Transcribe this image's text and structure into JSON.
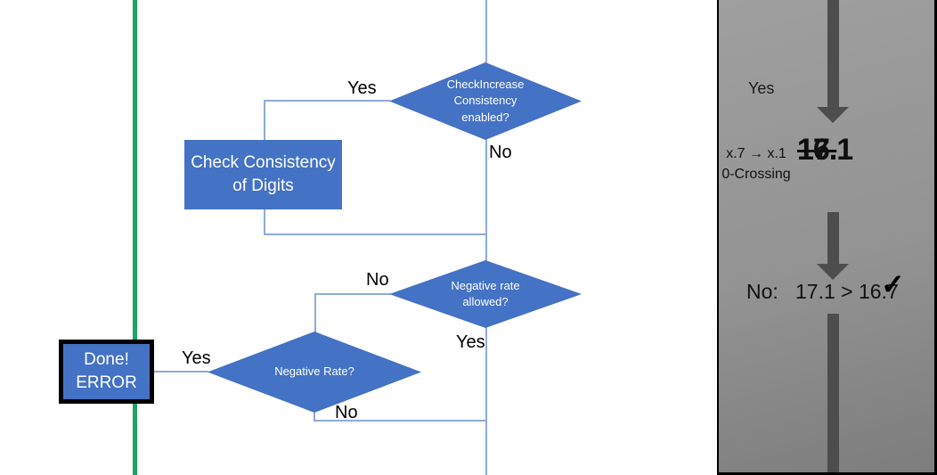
{
  "colors": {
    "shape_blue": "#4472C4",
    "connector_blue": "#8FAADC",
    "green_line": "#1FA463",
    "arrow_gray": "#4D4D4D"
  },
  "flowchart": {
    "decision_check_increase": "CheckIncrease\nConsistency\nenabled?",
    "process_check_consistency": "Check Consistency\nof Digits",
    "decision_negative_rate_allowed": "Negative rate\nallowed?",
    "decision_negative_rate": "Negative Rate?",
    "terminal_done_error": "Done!\nERROR",
    "branch_labels": {
      "check_increase_yes": "Yes",
      "check_increase_no": "No",
      "negative_rate_allowed_no": "No",
      "negative_rate_allowed_yes": "Yes",
      "negative_rate_yes": "Yes",
      "negative_rate_no": "No"
    }
  },
  "side_panel": {
    "yes_label": "Yes",
    "note": "x.7 → x.1\n0-Crossing",
    "old_value": {
      "struck": "16.",
      "rest": "1"
    },
    "new_value": "17.1",
    "result_label": "No:",
    "result_comparison": "17.1 > 16.7",
    "checkmark": "✓"
  }
}
